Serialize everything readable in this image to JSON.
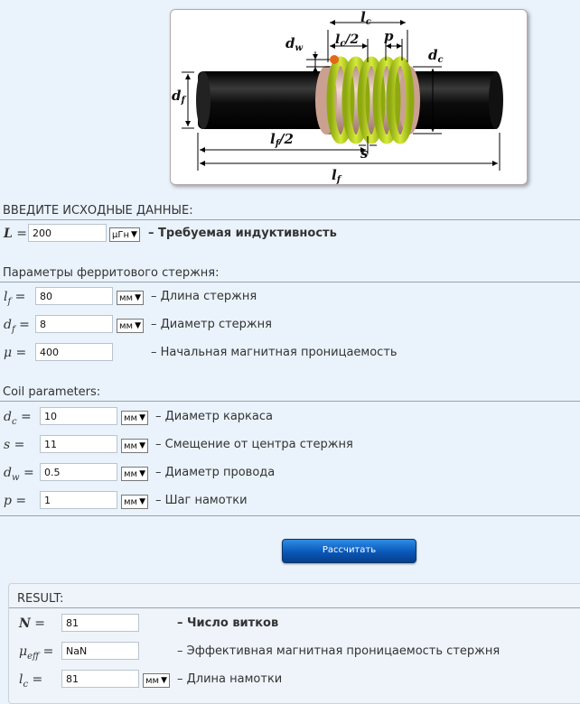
{
  "figure": {
    "labels": {
      "lc": "l",
      "lc_sub": "c",
      "dw": "d",
      "dw_sub": "w",
      "lc2": "l",
      "lc2_sub": "c",
      "lc2_tail": "/2",
      "p": "p",
      "dc": "d",
      "dc_sub": "c",
      "df": "d",
      "df_sub": "f",
      "lf2": "l",
      "lf2_sub": "f",
      "lf2_tail": "/2",
      "s": "s",
      "lf": "l",
      "lf_sub": "f"
    },
    "colors": {
      "rod": "#141414",
      "bobbin": "#d7b2a2",
      "coil": "#b9d21e",
      "wire_end": "#e06a1a"
    }
  },
  "input_header": "ВВЕДИТЕ ИСХОДНЫЕ ДАННЫЕ:",
  "inductance": {
    "symbol": "L",
    "eq": " =",
    "value": "200",
    "unit": "µГн",
    "desc": "– Требуемая индуктивность"
  },
  "ferrite": {
    "title": "Параметры ферритового стержня:",
    "rows": [
      {
        "sym": "l",
        "sub": "f",
        "eq": " =",
        "value": "80",
        "unit": "мм",
        "desc": "– Длина стержня"
      },
      {
        "sym": "d",
        "sub": "f",
        "eq": " =",
        "value": "8",
        "unit": "мм",
        "desc": "– Диаметр стержня"
      },
      {
        "sym": "μ",
        "sub": "",
        "eq": " =",
        "value": "400",
        "unit": "",
        "desc": "– Начальная магнитная проницаемость"
      }
    ]
  },
  "coil": {
    "title": "Coil parameters:",
    "rows": [
      {
        "sym": "d",
        "sub": "c",
        "eq": " =",
        "value": "10",
        "unit": "мм",
        "desc": "– Диаметр каркаса"
      },
      {
        "sym": "s",
        "sub": "",
        "eq": " =",
        "value": "11",
        "unit": "мм",
        "desc": "– Смещение от центра стержня"
      },
      {
        "sym": "d",
        "sub": "w",
        "eq": " =",
        "value": "0.5",
        "unit": "мм",
        "desc": "– Диаметр провода"
      },
      {
        "sym": "p",
        "sub": "",
        "eq": " =",
        "value": "1",
        "unit": "мм",
        "desc": "– Шаг намотки"
      }
    ]
  },
  "calculate_label": "Рассчитать",
  "result": {
    "title": "RESULT:",
    "rows": [
      {
        "sym": "N",
        "sub": "",
        "eq": " =",
        "value": "81",
        "unit": "",
        "desc": "– Число витков"
      },
      {
        "sym": "μ",
        "sub": "eff",
        "eq": " =",
        "value": "NaN",
        "unit": "",
        "desc": "– Эффективная магнитная проницаемость стержня"
      },
      {
        "sym": "l",
        "sub": "c",
        "eq": " =",
        "value": "81",
        "unit": "мм",
        "desc": "– Длина намотки"
      }
    ]
  }
}
